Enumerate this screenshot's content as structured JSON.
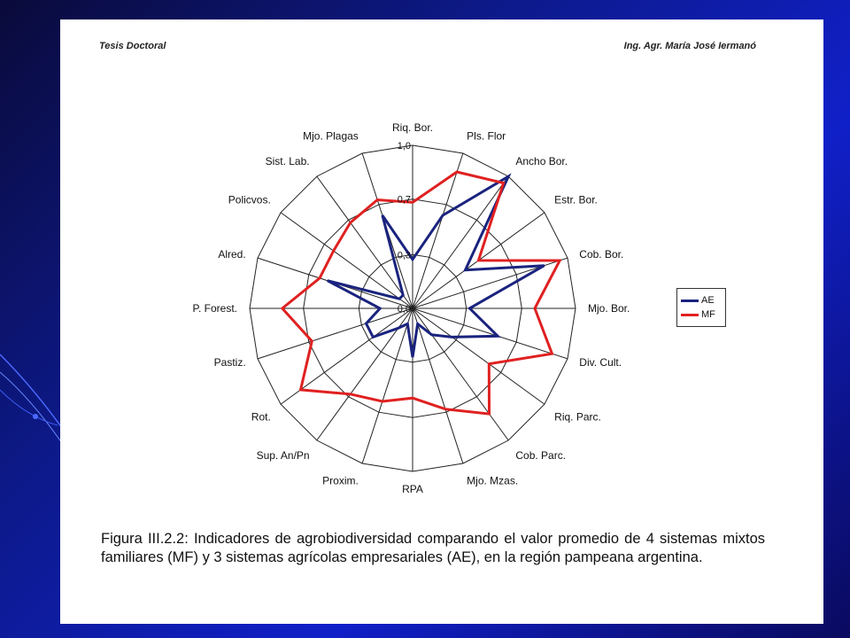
{
  "slide": {
    "background_colors": [
      "#0a0a3a",
      "#1020c8"
    ]
  },
  "document": {
    "header_left": "Tesis Doctoral",
    "header_right": "Ing. Agr. María José Iermanó",
    "caption": "Figura III.2.2: Indicadores de agrobiodiversidad comparando el valor promedio de 4 sistemas mixtos familiares (MF) y 3 sistemas agrícolas empresariales (AE), en la región pampeana argentina."
  },
  "chart_data": {
    "type": "radar",
    "axes": [
      "Riq. Bor.",
      "Pls. Flor",
      "Ancho Bor.",
      "Estr. Bor.",
      "Cob. Bor.",
      "Mjo. Bor.",
      "Div. Cult.",
      "Riq. Parc.",
      "Cob. Parc.",
      "Mjo. Mzas.",
      "RPA",
      "Proxim.",
      "Sup. An/Pn",
      "Rot.",
      "Pastiz.",
      "P. Forest.",
      "Alred.",
      "Policvos.",
      "Sist. Lab.",
      "Mjo. Plagas"
    ],
    "ticks": [
      "0,0",
      "0,3",
      "0,7",
      "1,0"
    ],
    "range": [
      0,
      1
    ],
    "grid": true,
    "legend_position": "right",
    "series": [
      {
        "name": "AE",
        "color": "#1a237e",
        "values": [
          0.3,
          0.6,
          1.0,
          0.4,
          0.85,
          0.35,
          0.55,
          0.3,
          0.2,
          0.1,
          0.3,
          0.1,
          0.15,
          0.3,
          0.3,
          0.2,
          0.55,
          0.1,
          0.1,
          0.6
        ]
      },
      {
        "name": "MF",
        "color": "#e02020",
        "values": [
          0.65,
          0.88,
          0.95,
          0.5,
          0.95,
          0.75,
          0.9,
          0.58,
          0.8,
          0.65,
          0.55,
          0.6,
          0.65,
          0.85,
          0.65,
          0.8,
          0.6,
          0.6,
          0.65,
          0.7
        ]
      }
    ]
  }
}
